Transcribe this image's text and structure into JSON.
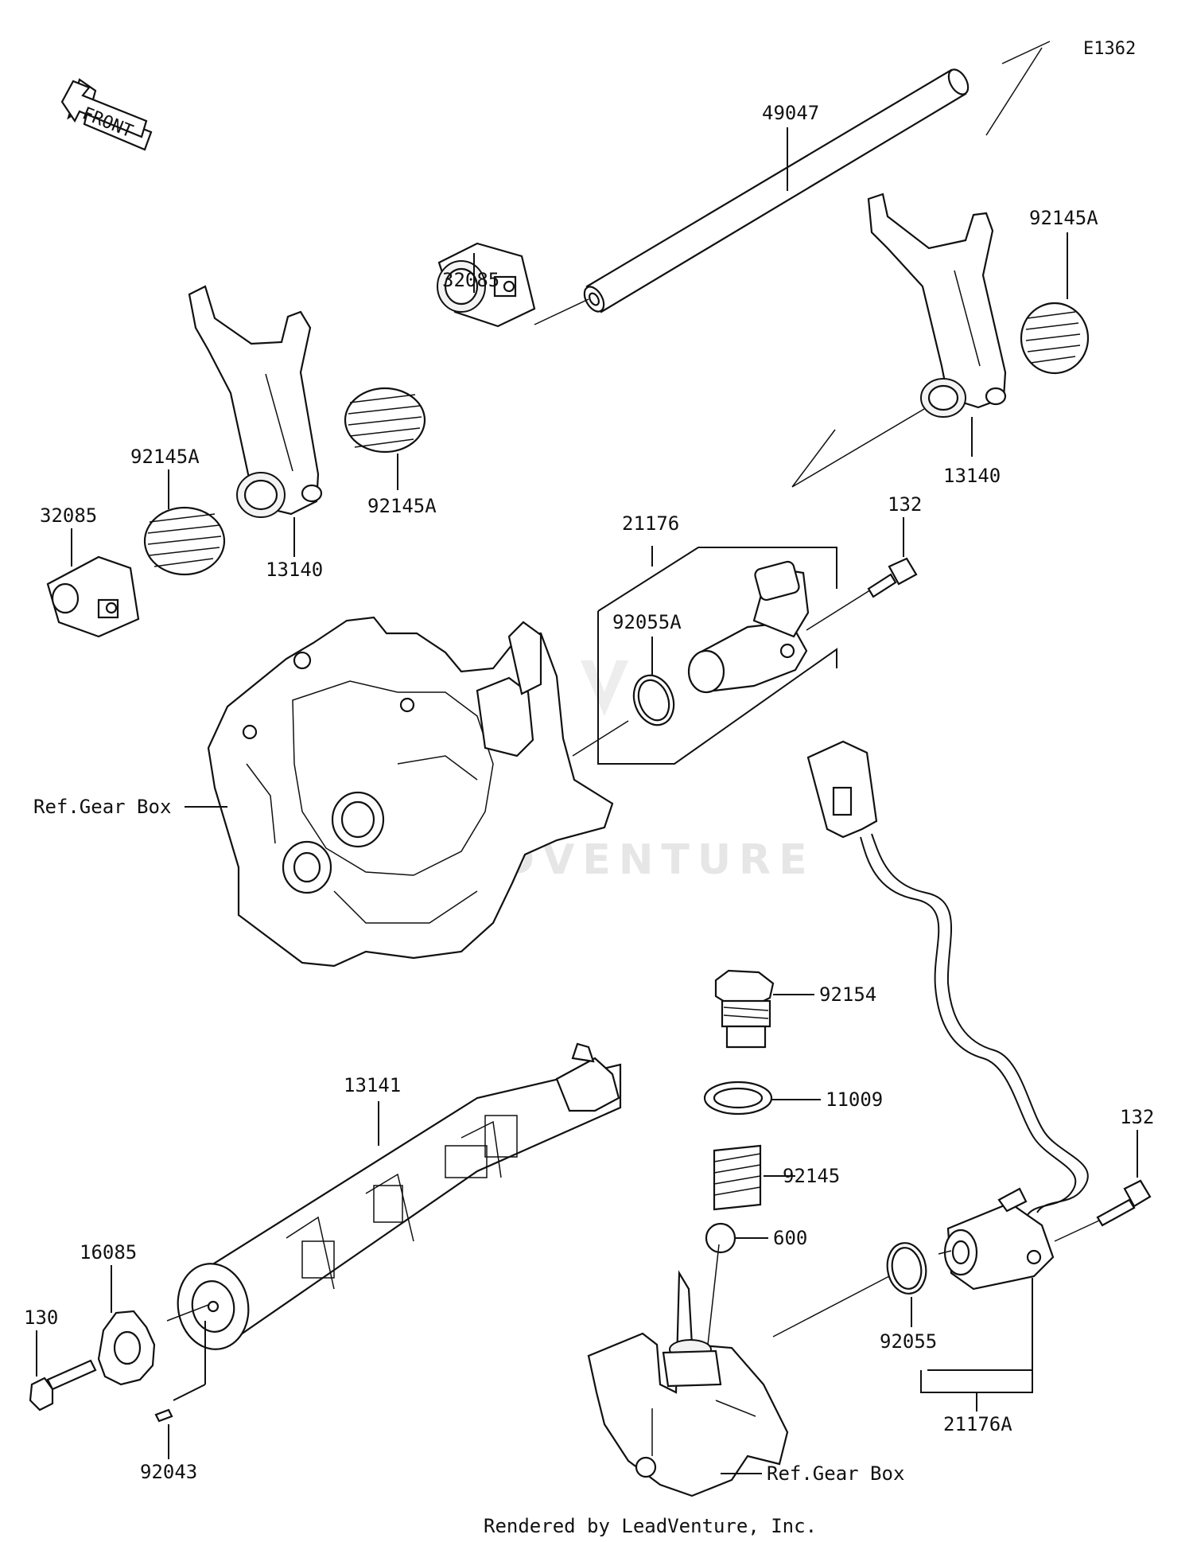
{
  "diagram_id": "E1362",
  "front_arrow_label": "FRONT",
  "watermark": "LEADVENTURE",
  "footer": "Rendered by LeadVenture, Inc.",
  "parts": {
    "shaft": "49047",
    "holder_upper": "32085",
    "spring_upper_right": "92145A",
    "fork_right": "13140",
    "spring_mid": "92145A",
    "spring_left": "92145A",
    "fork_left": "13140",
    "holder_left": "32085",
    "sensor_assy": "21176",
    "oring_upper": "92055A",
    "bolt_upper": "132",
    "ref_gearbox_upper": "Ref.Gear Box",
    "plug": "92154",
    "washer": "11009",
    "spring_lower": "92145",
    "ball": "600",
    "drum": "13141",
    "gear": "16085",
    "bolt_lower": "130",
    "pin": "92043",
    "bolt_right": "132",
    "oring_lower": "92055",
    "switch_assy": "21176A",
    "ref_gearbox_lower": "Ref.Gear Box"
  }
}
